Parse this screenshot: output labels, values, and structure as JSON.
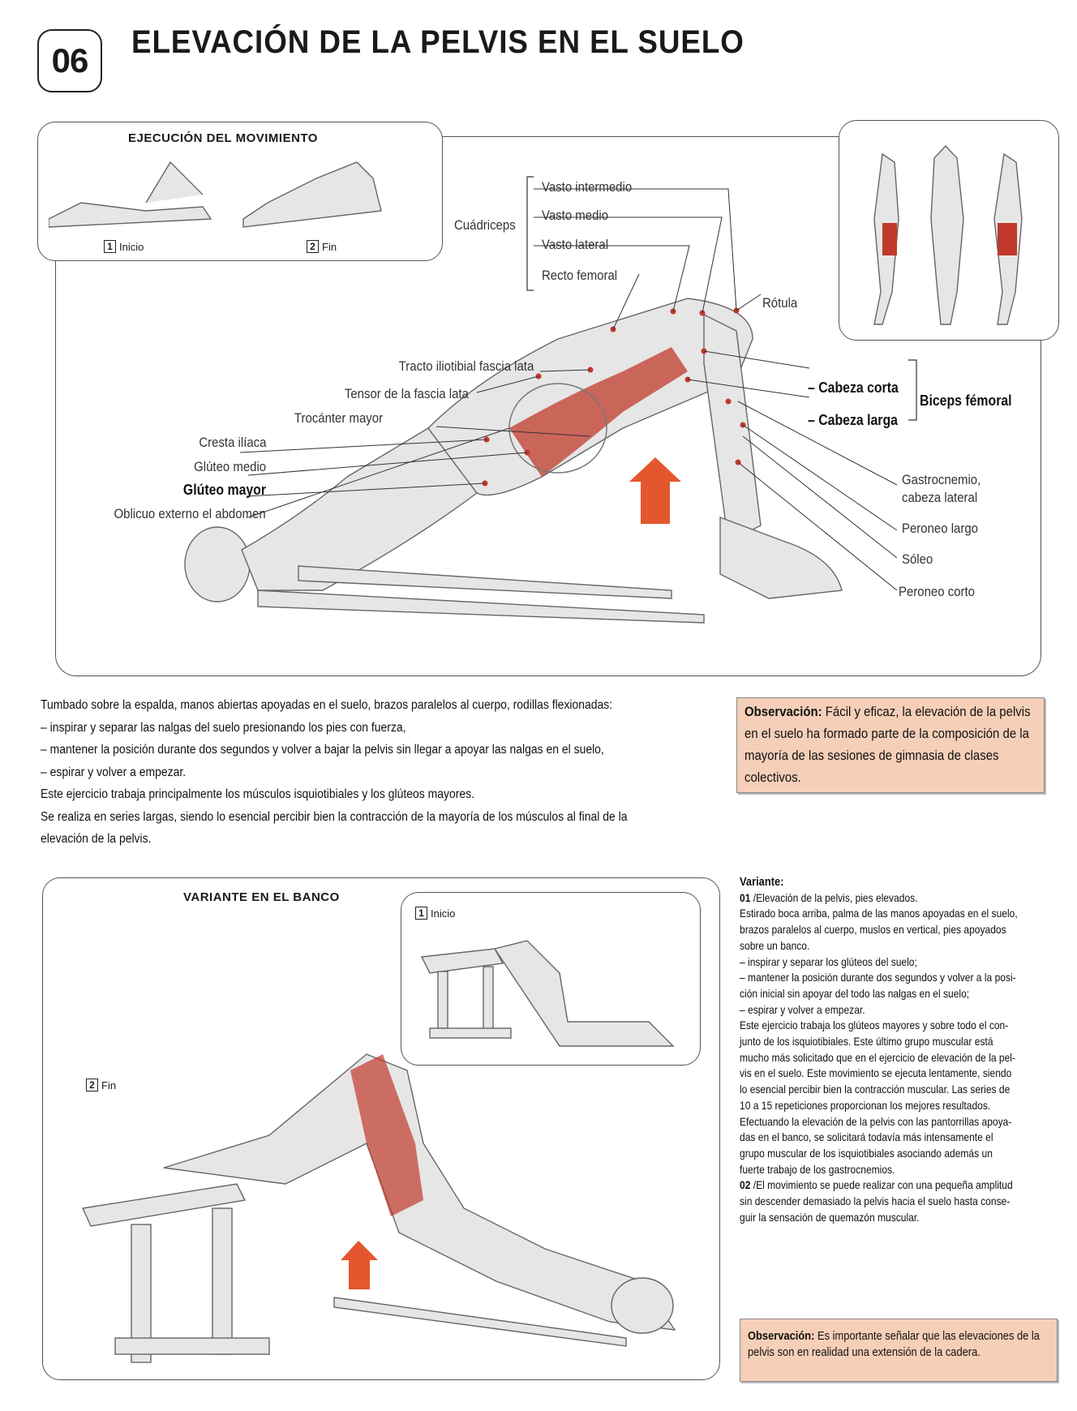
{
  "header": {
    "number": "06",
    "title": "ELEVACIÓN DE LA PELVIS EN EL SUELO"
  },
  "execution": {
    "label": "EJECUCIÓN DEL MOVIMIENTO",
    "step1_num": "1",
    "step1": "Inicio",
    "step2_num": "2",
    "step2": "Fin"
  },
  "muscles": {
    "group_quad": "Cuádriceps",
    "vasto_intermedio": "Vasto intermedio",
    "vasto_medio": "Vasto medio",
    "vasto_lateral": "Vasto lateral",
    "recto_femoral": "Recto femoral",
    "rotula": "Rótula",
    "tracto": "Tracto iliotibial fascia lata",
    "tensor": "Tensor de la fascia lata",
    "trocanter": "Trocánter mayor",
    "cresta": "Cresta ilíaca",
    "gluteo_medio": "Glúteo medio",
    "gluteo_mayor": "Glúteo mayor",
    "oblicuo": "Oblicuo externo el abdomen",
    "cabeza_corta": "– Cabeza corta",
    "cabeza_larga": "– Cabeza larga",
    "biceps": "Biceps fémoral",
    "gastro": "Gastrocnemio,",
    "gastro2": "cabeza lateral",
    "peroneo_largo": "Peroneo largo",
    "soleo": "Sóleo",
    "peroneo_corto": "Peroneo corto"
  },
  "instructions": [
    "Tumbado sobre la espalda, manos abiertas apoyadas en el suelo, brazos paralelos al cuerpo, rodillas flexionadas:",
    "– inspirar y separar las nalgas del suelo presionando los pies con fuerza,",
    "– mantener la posición durante dos segundos y volver a bajar la pelvis sin llegar a apoyar las nalgas en el suelo,",
    "– espirar y volver a empezar.",
    "Este ejercicio trabaja principalmente los músculos isquiotibiales y los glúteos mayores.",
    "Se realiza en series largas, siendo lo esencial percibir bien la contracción de la mayoría de los músculos al final de la",
    "elevación de la pelvis."
  ],
  "obs1": {
    "label": "Observación:",
    "text": " Fácil y eficaz, la elevación de la pelvis en el suelo ha formado parte de la composición de la mayoría de las sesiones de gimnasia de clases colectivos."
  },
  "bench": {
    "label": "VARIANTE EN EL BANCO",
    "step1_num": "1",
    "step1": "Inicio",
    "step2_num": "2",
    "step2": "Fin"
  },
  "variant": {
    "title": "Variante:",
    "p1_num": "01",
    "p1_head": " /Elevación de la pelvis, pies elevados.",
    "lines": [
      "Estirado boca arriba, palma de las manos apoyadas en el suelo,",
      "brazos paralelos al cuerpo, muslos en vertical, pies apoyados",
      "sobre un banco.",
      "– inspirar y separar los glúteos del suelo;",
      "– mantener la posición durante dos segundos y volver a la posi-",
      "ción inicial sin apoyar del todo las nalgas en el suelo;",
      "– espirar y volver a empezar.",
      "Este ejercicio trabaja los glúteos mayores y sobre todo el con-",
      "junto de los isquiotibiales. Este último grupo muscular está",
      "mucho más solicitado que en el ejercicio de elevación de la pel-",
      "vis en el suelo. Este movimiento se ejecuta lentamente, siendo",
      "lo esencial percibir bien la contracción muscular. Las series de",
      "10 a 15 repeticiones proporcionan los mejores resultados.",
      "Efectuando la elevación de la pelvis con las pantorrillas apoya-",
      "das en el banco, se solicitará todavía más intensamente el",
      "grupo muscular de los isquiotibiales asociando además un",
      "fuerte trabajo de los gastrocnemios."
    ],
    "p2_num": "02",
    "p2_lines": [
      " /El movimiento se puede realizar con una pequeña amplitud",
      "sin descender demasiado la pelvis hacia el suelo hasta conse-",
      "guir la sensación de quemazón muscular."
    ]
  },
  "obs2": {
    "label": "Observación:",
    "text": " Es importante señalar que las elevaciones de la pelvis son en realidad una extensión de la cadera."
  },
  "colors": {
    "muscle_red": "#c0392b",
    "arrow_red": "#e4572e",
    "obs_bg": "#f6cfb8"
  }
}
